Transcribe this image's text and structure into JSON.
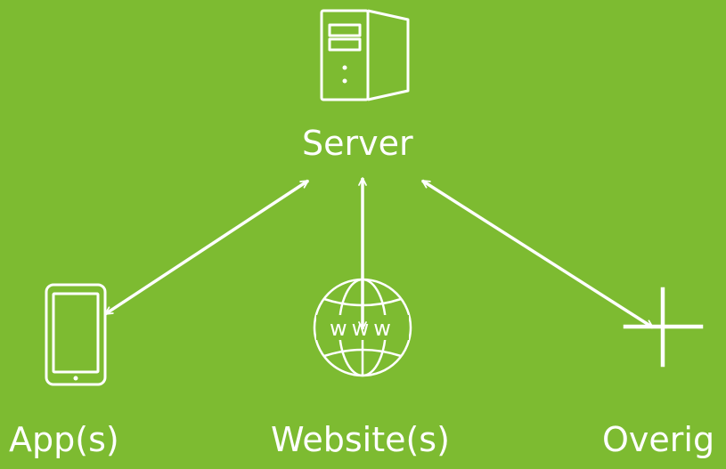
{
  "diagram": {
    "server_label": "Server",
    "nodes": [
      {
        "id": "apps",
        "label": "App(s)",
        "icon": "tablet-icon"
      },
      {
        "id": "websites",
        "label": "Website(s)",
        "icon": "globe-www-icon"
      },
      {
        "id": "other",
        "label": "Overig",
        "icon": "plus-icon"
      }
    ],
    "server_icon": "server-tower-icon",
    "www_text": "www",
    "connections": [
      {
        "from": "server",
        "to": "apps",
        "direction": "bidirectional"
      },
      {
        "from": "server",
        "to": "websites",
        "direction": "bidirectional"
      },
      {
        "from": "server",
        "to": "other",
        "direction": "bidirectional"
      }
    ],
    "colors": {
      "background": "#7dbb31",
      "foreground": "#ffffff"
    }
  }
}
